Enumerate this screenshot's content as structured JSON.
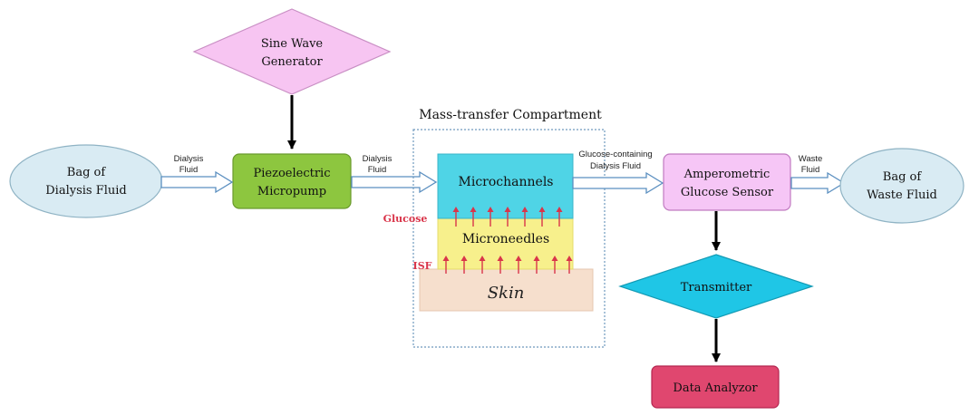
{
  "nodes": {
    "dialysis_bag": {
      "line1": "Bag of",
      "line2": "Dialysis Fluid",
      "color": "#d9ebf3"
    },
    "sine_wave_generator": {
      "line1": "Sine Wave",
      "line2": "Generator",
      "color": "#f7c5f2"
    },
    "micropump": {
      "line1": "Piezoelectric",
      "line2": "Micropump",
      "color": "#8dc63f"
    },
    "compartment_title": "Mass-transfer Compartment",
    "microchannels": {
      "label": "Microchannels",
      "color": "#4fd4e6"
    },
    "microneedles": {
      "label": "Microneedles",
      "color": "#f7f08c"
    },
    "skin": {
      "label": "Skin",
      "color": "#f6dfcd"
    },
    "sensor": {
      "line1": "Amperometric",
      "line2": "Glucose Sensor",
      "color": "#f6c6f6"
    },
    "waste_bag": {
      "line1": "Bag of",
      "line2": "Waste Fluid",
      "color": "#d9ebf3"
    },
    "transmitter": {
      "label": "Transmitter",
      "color": "#1fc6e6"
    },
    "data_analyzer": {
      "label": "Data Analyzor",
      "color": "#e0476f"
    }
  },
  "flow_labels": {
    "bag_to_pump": {
      "line1": "Dialysis",
      "line2": "Fluid"
    },
    "pump_to_compartment": {
      "line1": "Dialysis",
      "line2": "Fluid"
    },
    "compartment_to_sensor": {
      "line1": "Glucose-containing",
      "line2": "Dialysis Fluid"
    },
    "sensor_to_waste": {
      "line1": "Waste",
      "line2": "Fluid"
    }
  },
  "diffusion_labels": {
    "glucose": "Glucose",
    "isf": "ISF",
    "color": "#d9354a"
  },
  "icons": [
    "hollow-arrow-icon",
    "solid-arrow-icon"
  ]
}
